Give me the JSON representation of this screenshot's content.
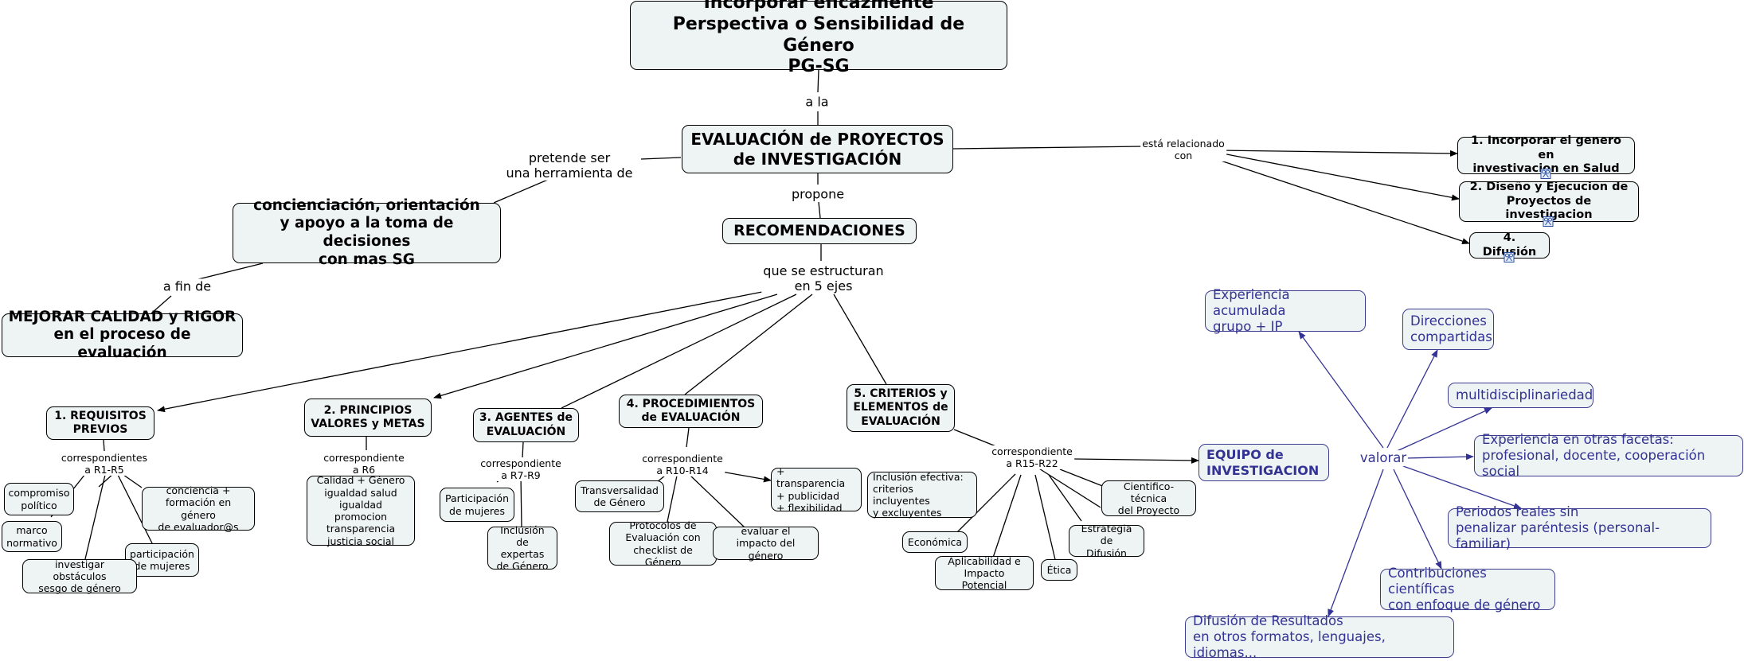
{
  "nodes": {
    "main": "Incorporar eficazmente\nPerspectiva o Sensibilidad de Género\nPG-SG",
    "evaluacion": "EVALUACIÓN de PROYECTOS\nde INVESTIGACIÓN",
    "concienciacion": "concienciación, orientación\ny apoyo a la toma de decisiones\ncon mas SG",
    "mejorar": "MEJORAR CALIDAD y RIGOR\nen el proceso de evaluación",
    "recomendaciones": "RECOMENDACIONES",
    "link1": "1. Incorporar el genero en\ninvestivacion en Salud",
    "link2": "2. Diseño y Ejecucion de\nProyectos de investigacion",
    "link4": "4. Difusión",
    "req": "1. REQUISITOS\nPREVIOS",
    "principios": "2. PRINCIPIOS\nVALORES y METAS",
    "agentes": "3. AGENTES de\nEVALUACIÓN",
    "procedimientos": "4. PROCEDIMIENTOS\nde EVALUACIÓN",
    "criterios": "5. CRITERIOS y\nELEMENTOS de\nEVALUACIÓN",
    "compromiso": "compromiso\npolítico",
    "marco": "marco\nnormativo",
    "conciencia": "conciencia +\nformación en género\nde evaluador@s",
    "participacion": "participación\nde mujeres",
    "investigar": "investigar obstáculos\nsesgo de género",
    "calidad": "Calidad + Género\nigualdad salud\nigualdad promocion\ntransparencia\njusticia social",
    "participacion_mujeres": "Participación\nde mujeres",
    "inclusion_expertas": "Inclusión\nde expertas\nde Género",
    "transversalidad": "Transversalidad\nde Género",
    "protocolos": "Protocolos de\nEvaluación con\nchecklist de Género",
    "evaluar_impacto": "evaluar el\nimpacto del género",
    "transparencia": "+ transparencia\n+ publicidad\n+ flexibilidad",
    "inclusion_efectiva": "Inclusión efectiva:\ncriterios incluyentes\ny excluyentes",
    "economica": "Económica",
    "aplicabilidad": "Aplicabilidad e\nImpacto Potencial",
    "etica": "Ética",
    "estrategia": "Estrategia de\nDifusión",
    "cientifico": "Cientifico-técnica\ndel Proyecto",
    "equipo": "EQUIPO de\nINVESTIGACION",
    "exp_acumulada": "Experiencia acumulada\ngrupo + IP",
    "direcciones": "Direcciones\ncompartidas",
    "multidisciplinariedad": "multidisciplinariedad",
    "exp_otras": "Experiencia en otras facetas:\nprofesional, docente, cooperación social",
    "periodos": "Periodos reales sin\npenalizar paréntesis (personal-familiar)",
    "contribuciones": "Contribuciones científicas\ncon enfoque de género",
    "difusion_resultados": "Difusión de Resultados\nen otros formatos, lenguajes, idiomas..."
  },
  "labels": {
    "a_la": "a la",
    "pretende": "pretende ser\nuna herramienta de",
    "a_fin_de": "a fin de",
    "propone": "propone",
    "esta_relacionado": "está relacionado\ncon",
    "que_se_estructuran": "que se estructuran\nen 5 ejes",
    "correspondientes_r1": "correspondientes\na R1-R5",
    "correspondiente_r6": "correspondiente\na R6",
    "correspondiente_r7": "correspondiente\na R7-R9",
    "correspondiente_r10": "correspondiente\na R10-R14",
    "correspondiente_r15": "correspondiente\na R15-R22",
    "valorar": "valorar"
  },
  "colors": {
    "node_fill": "#eef3f4",
    "line": "#000000",
    "blue": "#333394"
  }
}
